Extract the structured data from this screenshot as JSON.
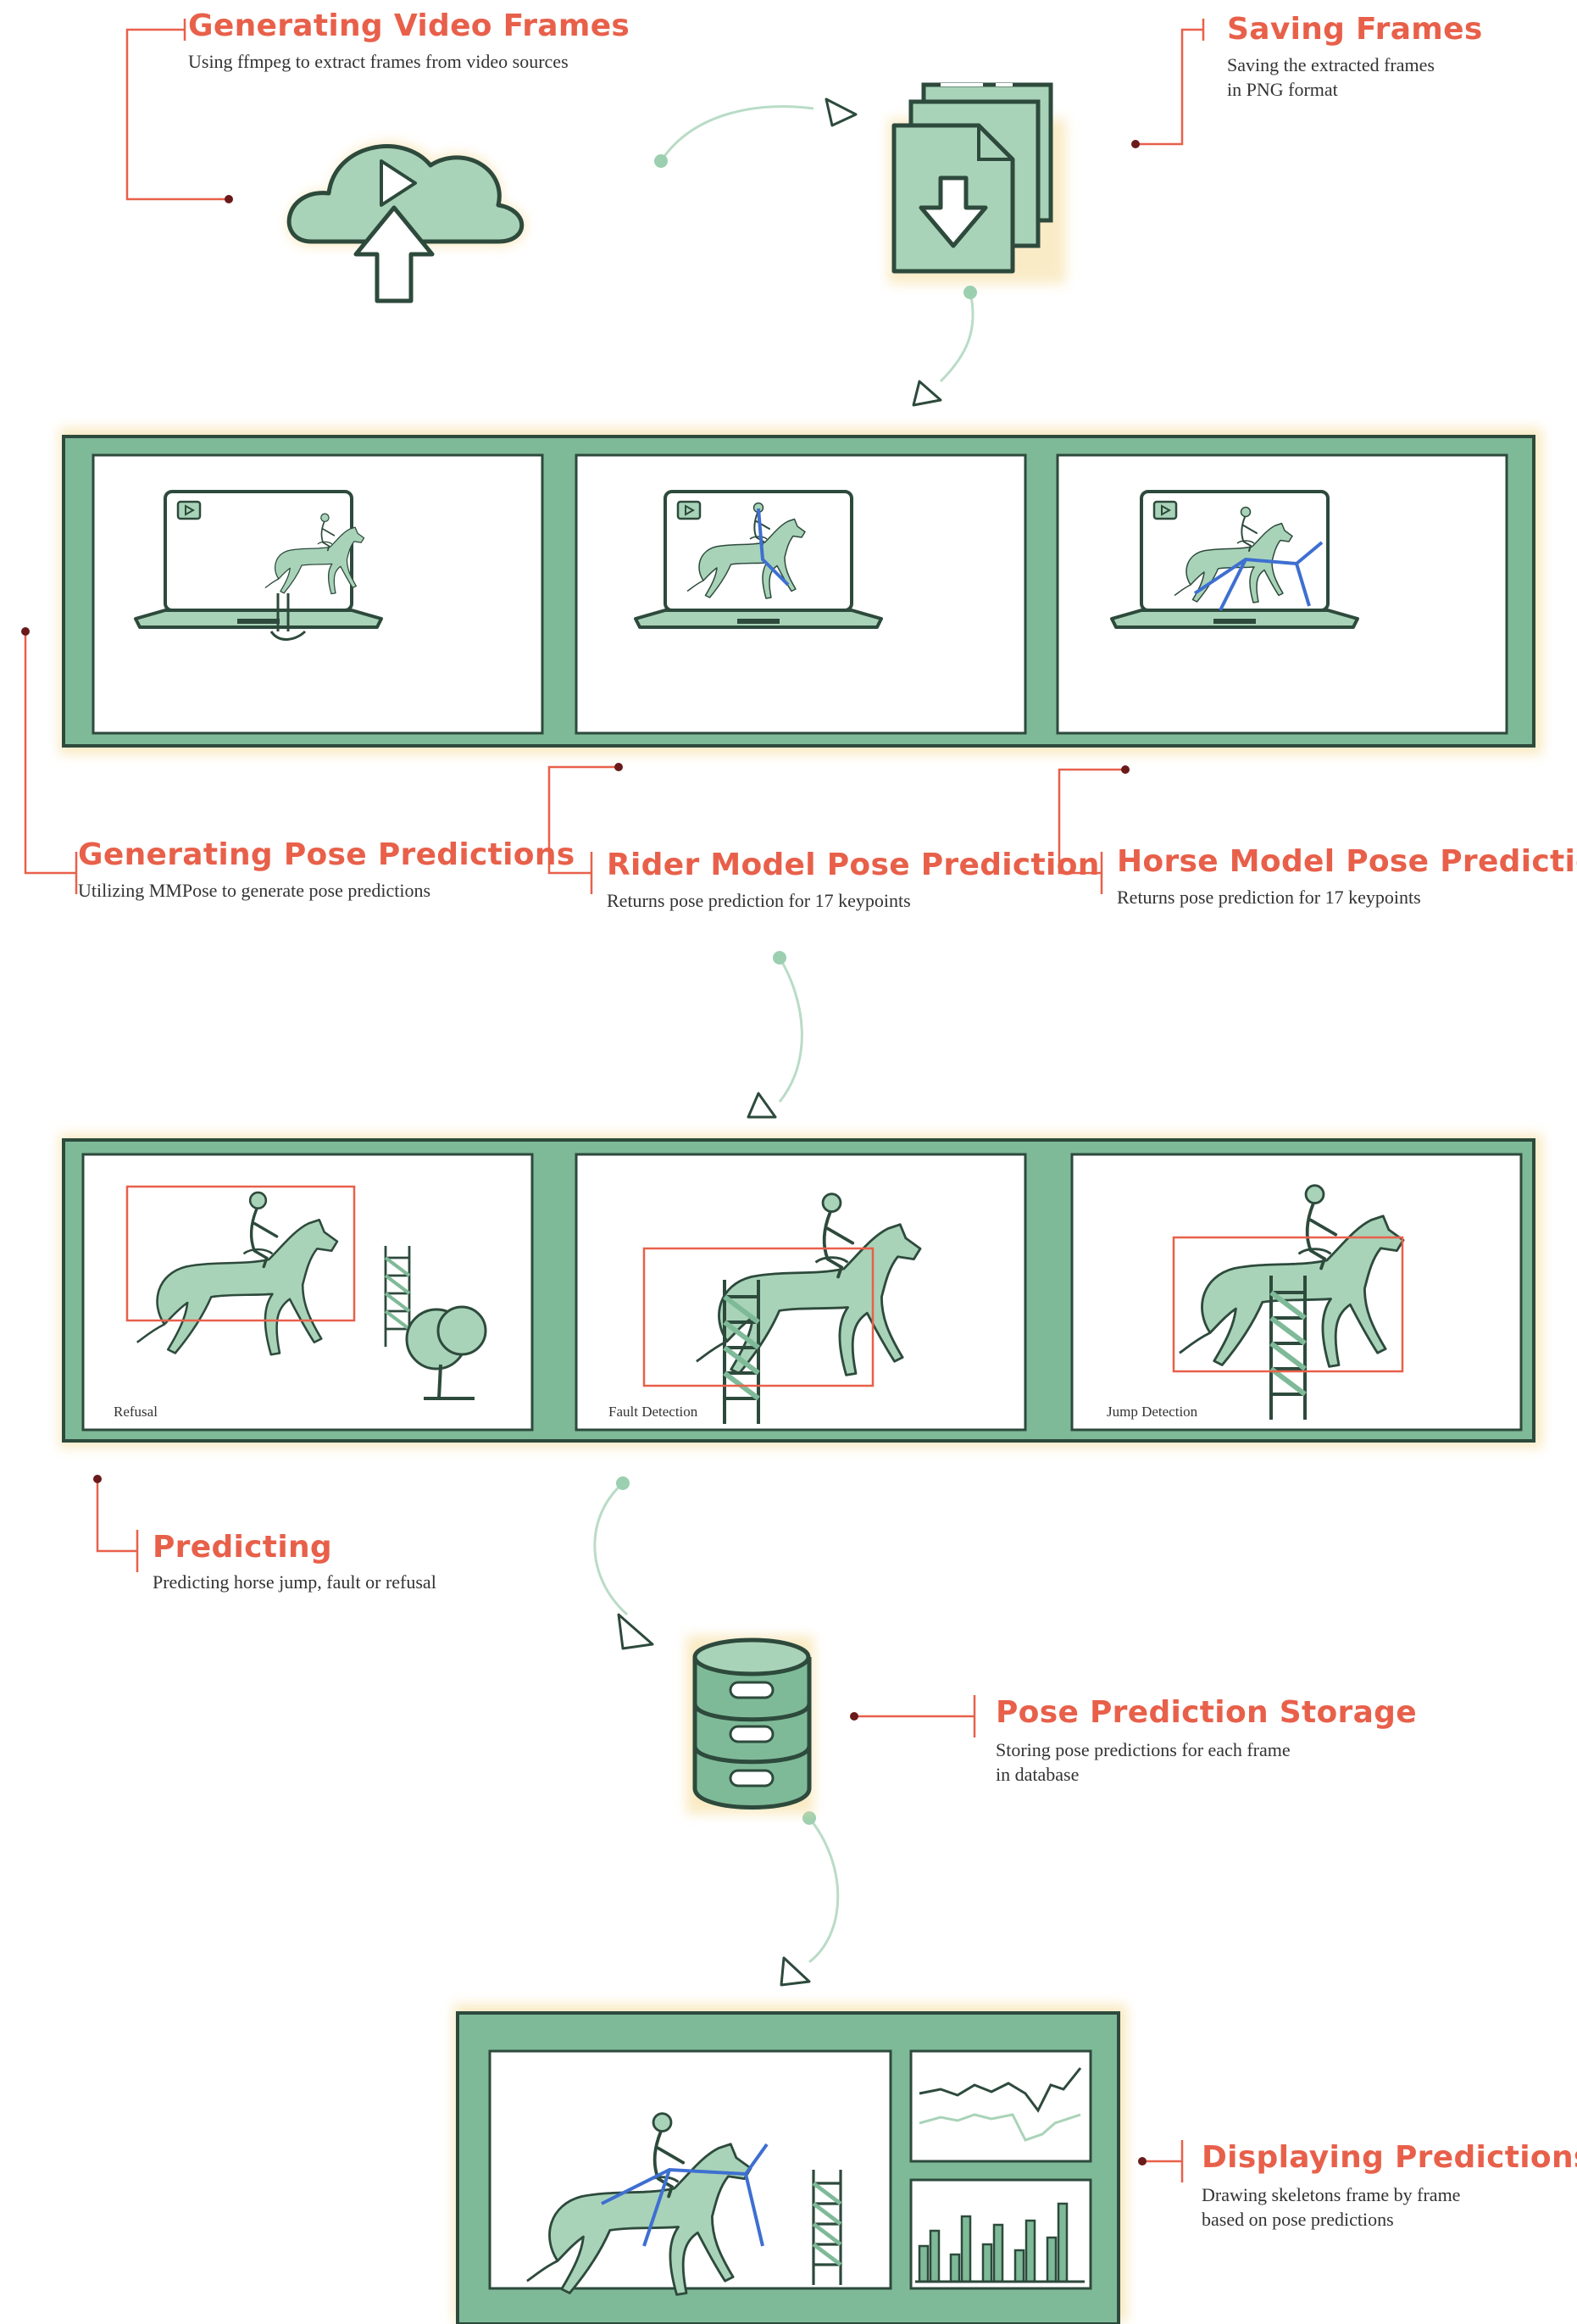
{
  "steps": {
    "video_frames": {
      "title": "Generating Video Frames",
      "desc": "Using ffmpeg to extract frames from video sources"
    },
    "saving_frames": {
      "title": "Saving Frames",
      "desc": "Saving the extracted frames\nin PNG format"
    },
    "pose_predictions": {
      "title": "Generating Pose Predictions",
      "desc": "Utilizing MMPose to generate pose predictions"
    },
    "rider_model": {
      "title": "Rider Model Pose Prediction",
      "desc": "Returns pose prediction for 17 keypoints"
    },
    "horse_model": {
      "title": "Horse Model Pose Prediction",
      "desc": "Returns pose prediction for 17 keypoints"
    },
    "predicting": {
      "title": "Predicting",
      "desc": "Predicting horse jump, fault or refusal"
    },
    "storage": {
      "title": "Pose Prediction Storage",
      "desc": "Storing pose predictions for each frame\nin database"
    },
    "displaying": {
      "title": "Displaying Predictions",
      "desc": "Drawing skeletons frame by frame\nbased on pose predictions"
    }
  },
  "prediction_panels": [
    "Refusal",
    "Fault Detection",
    "Jump Detection"
  ],
  "colors": {
    "accent": "#e8604a",
    "panel_green": "#7fba98",
    "fill_green": "#a9d3b8",
    "outline": "#2d4a3c",
    "glow": "#f6dc9a",
    "arrow_dots": "#9bcfb0",
    "skeleton_blue": "#3e6fd1"
  },
  "icons": [
    "cloud-upload-icon",
    "save-frames-icon",
    "laptop-icon",
    "database-icon",
    "horse-rider-icon",
    "fence-icon",
    "tree-icon",
    "line-chart-icon",
    "bar-chart-icon",
    "video-play-icon"
  ]
}
